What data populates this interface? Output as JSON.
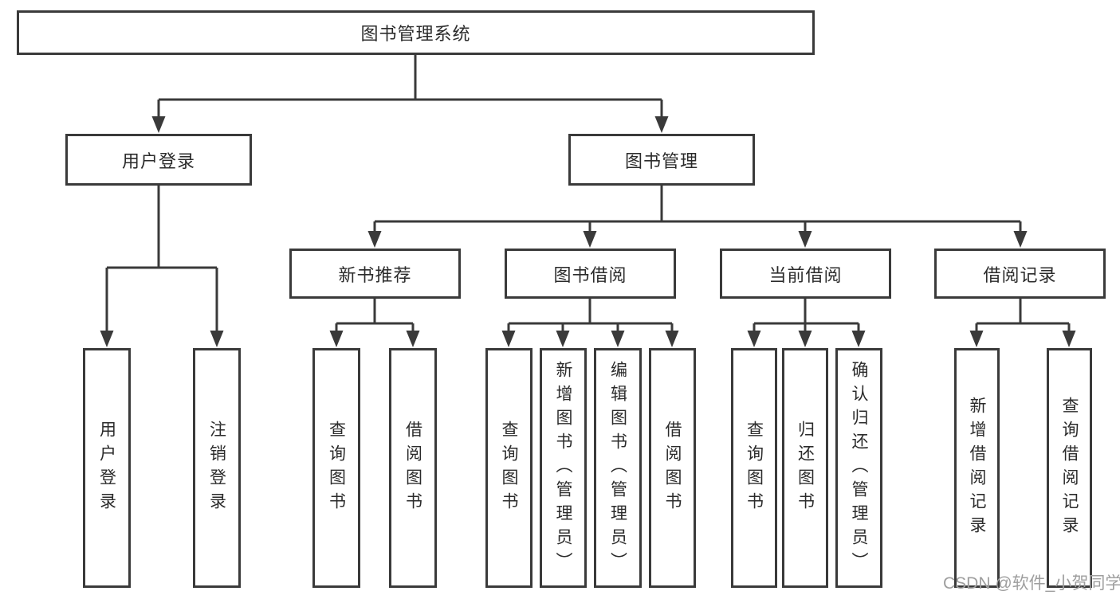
{
  "colors": {
    "line": "#3a3a3a",
    "text": "#2b2b2b",
    "watermark": "#9e9e9e",
    "background": "#ffffff"
  },
  "watermark": {
    "text": "CSDN @软件_小贺同学"
  },
  "tree": {
    "label": "图书管理系统",
    "children": [
      {
        "label": "用户登录",
        "children": [
          {
            "label": "用户登录"
          },
          {
            "label": "注销登录"
          }
        ]
      },
      {
        "label": "图书管理",
        "children": [
          {
            "label": "新书推荐",
            "children": [
              {
                "label": "查询图书"
              },
              {
                "label": "借阅图书"
              }
            ]
          },
          {
            "label": "图书借阅",
            "children": [
              {
                "label": "查询图书"
              },
              {
                "label": "新增图书（管理员）"
              },
              {
                "label": "编辑图书（管理员）"
              },
              {
                "label": "借阅图书"
              }
            ]
          },
          {
            "label": "当前借阅",
            "children": [
              {
                "label": "查询图书"
              },
              {
                "label": "归还图书"
              },
              {
                "label": "确认归还（管理员）"
              }
            ]
          },
          {
            "label": "借阅记录",
            "children": [
              {
                "label": "新增借阅记录"
              },
              {
                "label": "查询借阅记录"
              }
            ]
          }
        ]
      }
    ]
  }
}
